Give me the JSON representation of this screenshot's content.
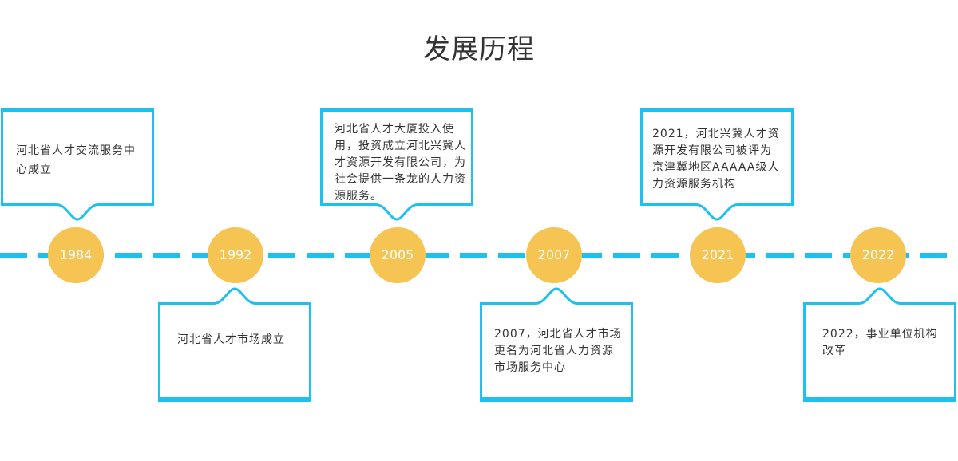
{
  "title": "发展历程",
  "colors": {
    "line": "#1ec0f0",
    "node": "#f5c453",
    "text": "#333333"
  },
  "milestones": [
    {
      "year": "1984",
      "lines": [
        "河北省人才交流服务中",
        "心成立"
      ]
    },
    {
      "year": "1992",
      "lines": [
        "河北省人才市场成立"
      ]
    },
    {
      "year": "2005",
      "lines": [
        "河北省人才大厦投入使",
        "用，投资成立河北兴冀人",
        "才资源开发有限公司，为",
        "社会提供一条龙的人力资",
        "源服务。"
      ]
    },
    {
      "year": "2007",
      "lines": [
        "2007，河北省人才市场",
        "更名为河北省人力资源",
        "市场服务中心"
      ]
    },
    {
      "year": "2021",
      "lines": [
        "2021，河北兴冀人才资",
        "源开发有限公司被评为",
        "京津冀地区AAAAA级人",
        "力资源服务机构"
      ]
    },
    {
      "year": "2022",
      "lines": [
        "2022，事业单位机构",
        "改革"
      ]
    }
  ]
}
